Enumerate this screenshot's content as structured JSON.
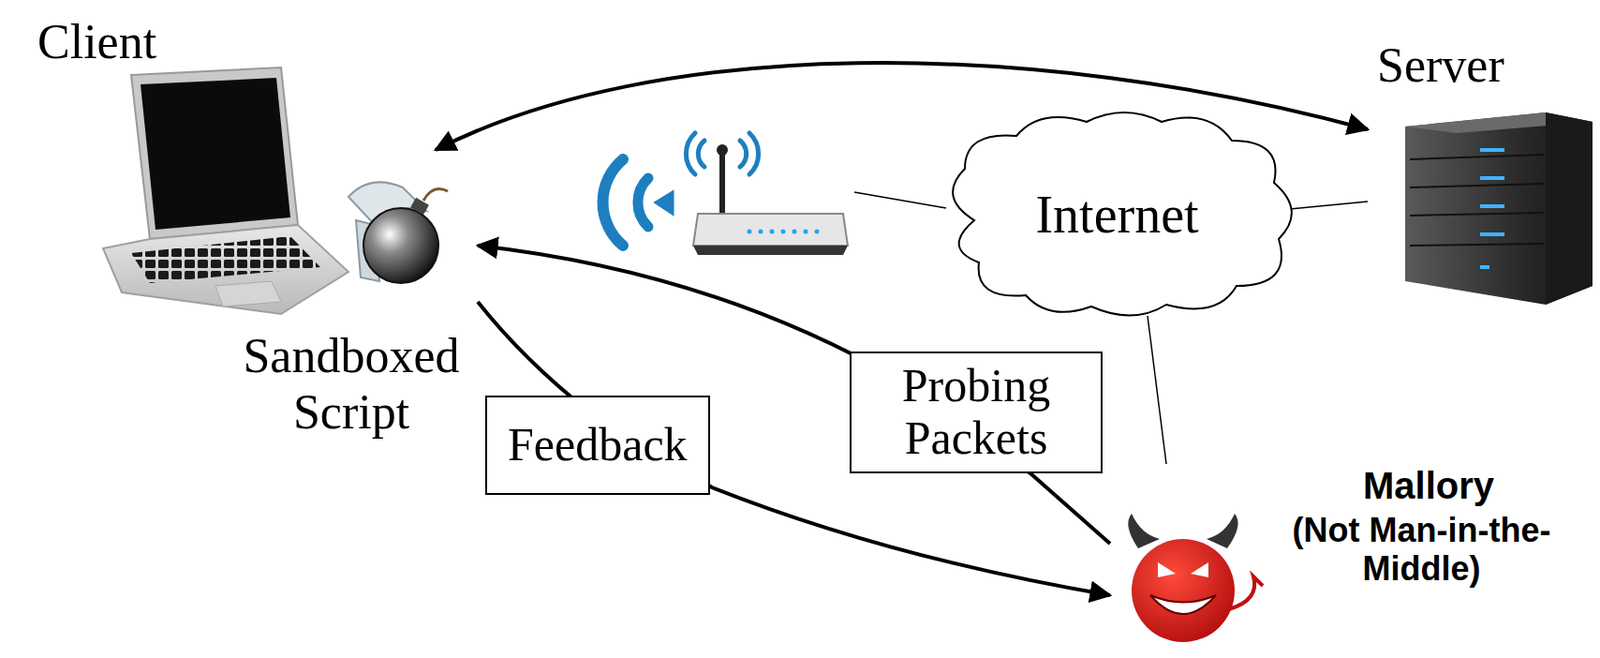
{
  "diagram": {
    "nodes": [
      {
        "text": [
          "Client"
        ]
      },
      {
        "text": [
          "Sandboxed Script"
        ]
      },
      {
        "text": [
          "Internet"
        ]
      },
      {
        "text": [
          "Server"
        ]
      },
      {
        "text": [
          "Mallory",
          "(Not Man-in-the-Middle)"
        ]
      }
    ],
    "edges": [
      {
        "from": 0,
        "to": 3,
        "arrow": "both"
      },
      {
        "from": 4,
        "to": 1,
        "label": "Probing Packets",
        "arrow": "to"
      },
      {
        "from": 1,
        "to": 4,
        "label": "Feedback",
        "arrow": "to"
      },
      {
        "from": 2,
        "to": 3,
        "arrow": "none"
      },
      {
        "from": 2,
        "to": 4,
        "arrow": "none"
      }
    ]
  }
}
